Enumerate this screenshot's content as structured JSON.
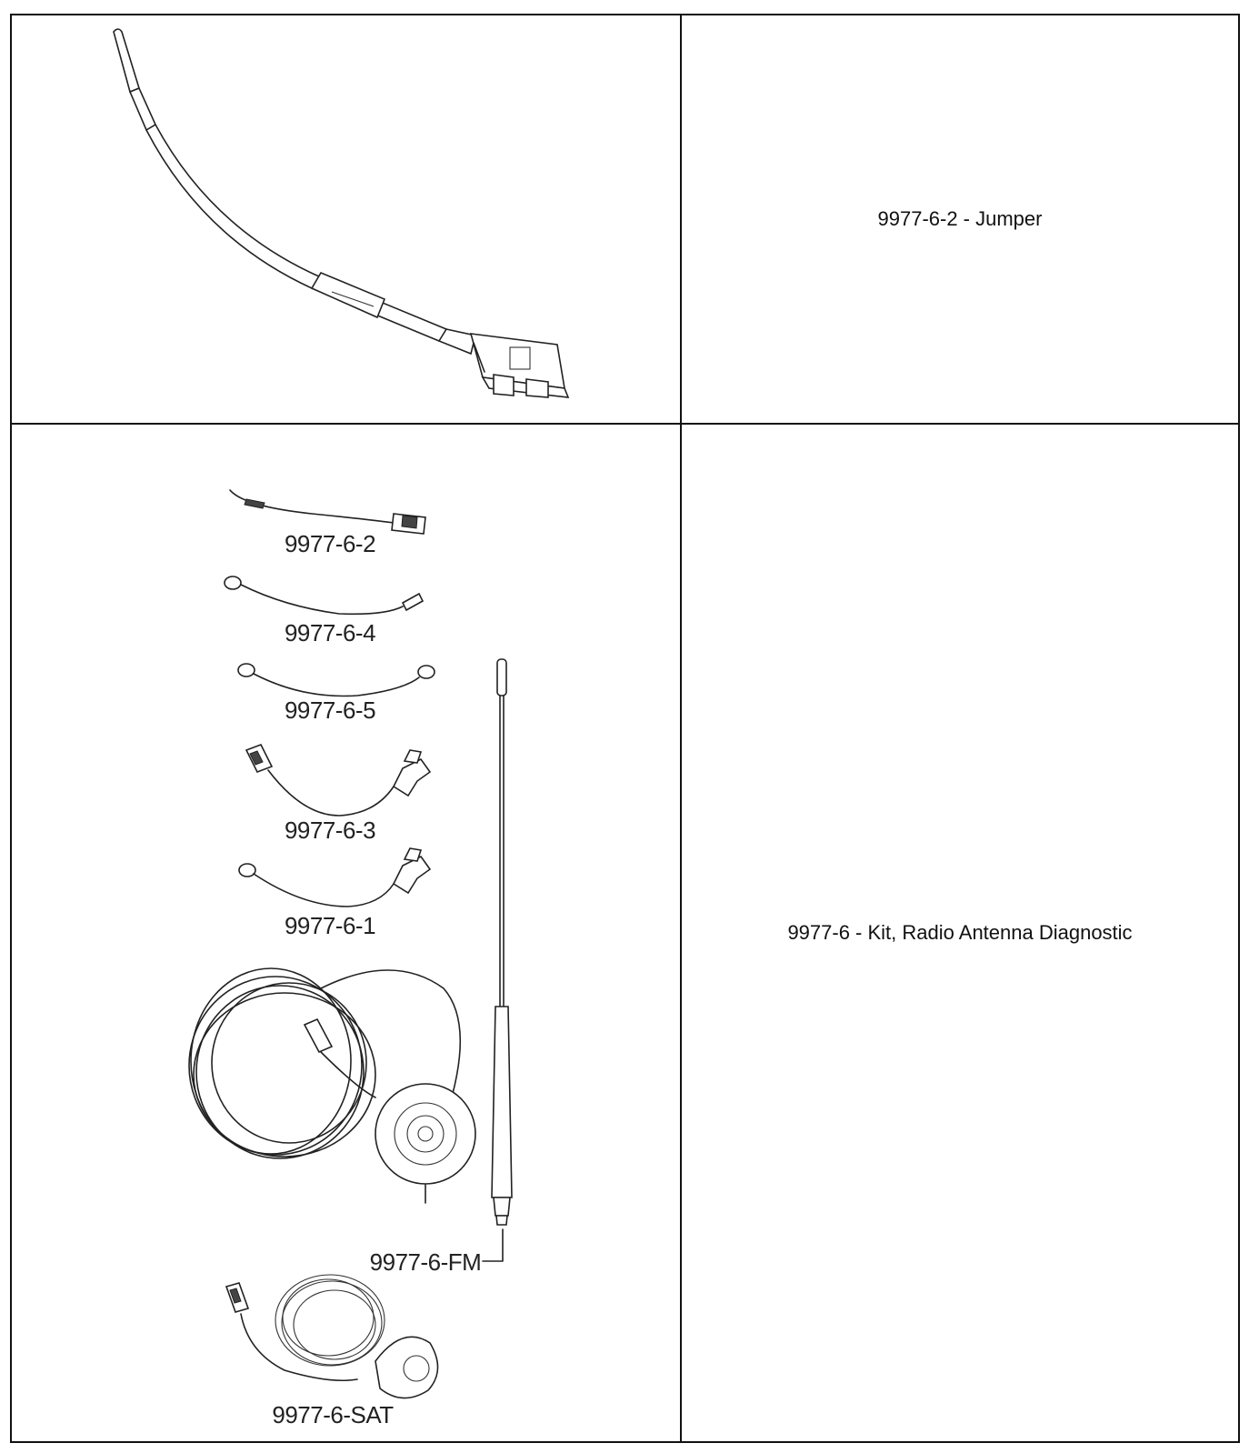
{
  "rows": [
    {
      "description": "9977-6-2 - Jumper",
      "image_icon": "jumper-cable-illustration"
    },
    {
      "description": "9977-6 - Kit, Radio Antenna Diagnostic",
      "image_icon": "antenna-diagnostic-kit-illustration",
      "part_labels": {
        "p2": "9977-6-2",
        "p4": "9977-6-4",
        "p5": "9977-6-5",
        "p3": "9977-6-3",
        "p1": "9977-6-1",
        "fm": "9977-6-FM",
        "sat": "9977-6-SAT"
      }
    }
  ]
}
